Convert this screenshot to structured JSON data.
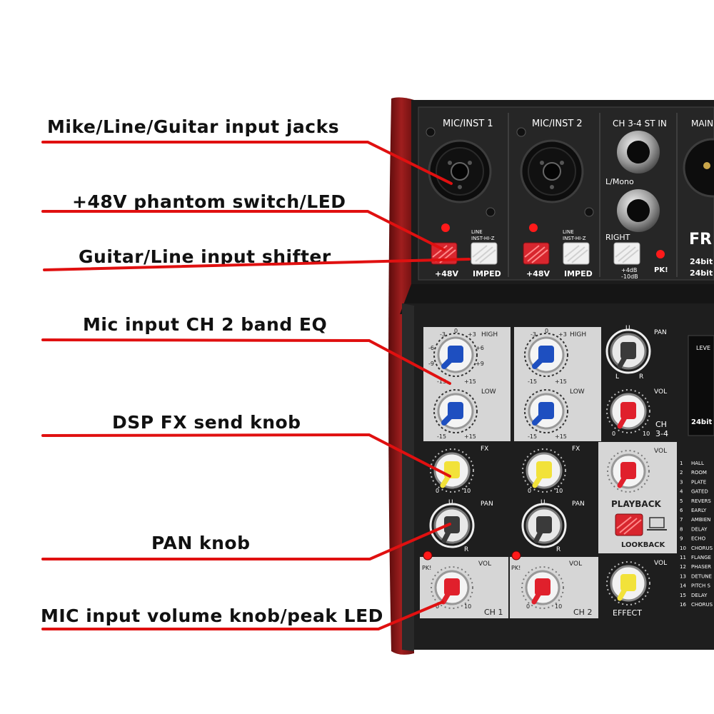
{
  "callouts": {
    "jacks": "Mike/Line/Guitar input jacks",
    "phantom": "+48V phantom switch/LED",
    "shifter": "Guitar/Line input shifter",
    "eq": "Mic input CH 2 band EQ",
    "fx": "DSP FX send knob",
    "pan": "PAN knob",
    "vol": "MIC input volume knob/peak LED"
  },
  "panel": {
    "mic_inst_1": "MIC/INST 1",
    "mic_inst_2": "MIC/INST 2",
    "ch34_st_in": "CH 3-4 ST IN",
    "main": "MAIN",
    "l_mono": "L/Mono",
    "right": "RIGHT",
    "line": "LINE",
    "inst_hi_z": "INST-HI-Z",
    "plus48v": "+48V",
    "imped": "IMPED",
    "plus4db": "+4dB",
    "minus10db": "-10dB",
    "pk": "PK!",
    "brand": "FR",
    "bit1": "24bit",
    "bit2": "24bit",
    "high": "HIGH",
    "low": "LOW",
    "fx": "FX",
    "pan": "PAN",
    "vol": "VOL",
    "u": "U",
    "l": "L",
    "r": "R",
    "zero": "0",
    "ten": "10",
    "ch1": "CH 1",
    "ch2": "CH 2",
    "ch3": "CH",
    "ch4": "3-4",
    "playback": "PLAYBACK",
    "lookback": "LOOKBACK",
    "effect": "EFFECT",
    "level": "LEVE",
    "bit3": "24bit",
    "eq_scale": {
      "m3": "-3",
      "z": "0",
      "p3": "+3",
      "m6": "-6",
      "p6": "+6",
      "m9": "-9",
      "p9": "+9",
      "m15": "-15",
      "p15": "+15"
    }
  },
  "effects": [
    {
      "num": "1",
      "name": "HALL"
    },
    {
      "num": "2",
      "name": "ROOM"
    },
    {
      "num": "3",
      "name": "PLATE"
    },
    {
      "num": "4",
      "name": "GATED"
    },
    {
      "num": "5",
      "name": "REVERS"
    },
    {
      "num": "6",
      "name": "EARLY"
    },
    {
      "num": "7",
      "name": "AMBIEN"
    },
    {
      "num": "8",
      "name": "DELAY"
    },
    {
      "num": "9",
      "name": "ECHO"
    },
    {
      "num": "10",
      "name": "CHORUS"
    },
    {
      "num": "11",
      "name": "FLANGE"
    },
    {
      "num": "12",
      "name": "PHASER"
    },
    {
      "num": "13",
      "name": "DETUNE"
    },
    {
      "num": "14",
      "name": "PITCH S"
    },
    {
      "num": "15",
      "name": "DELAY"
    },
    {
      "num": "16",
      "name": "CHORUS"
    }
  ],
  "colors": {
    "case_red": "#8e1717",
    "panel_dark": "#222222",
    "line_red": "#e01010",
    "knob_blue": "#1e4fc0",
    "knob_yellow": "#f2e23a",
    "knob_red": "#e0202c",
    "knob_dark": "#3a3a3a"
  }
}
